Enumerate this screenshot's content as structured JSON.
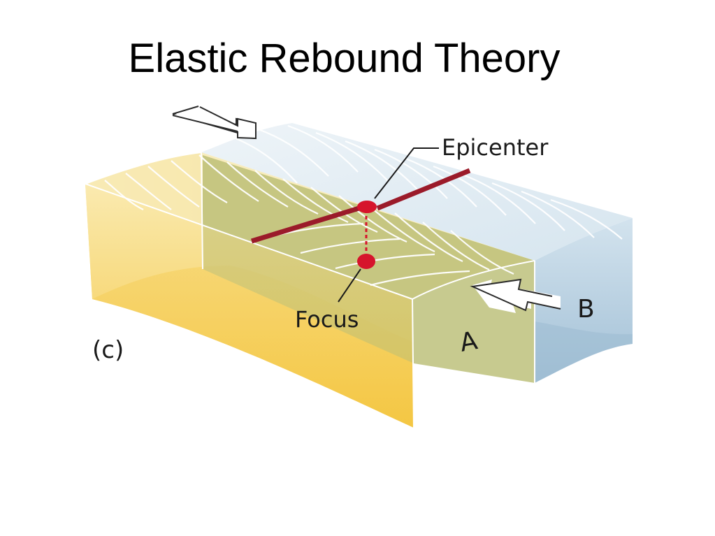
{
  "slide": {
    "title": "Elastic Rebound Theory"
  },
  "diagram": {
    "panel_label": "(c)",
    "labels": {
      "epicenter": "Epicenter",
      "focus": "Focus",
      "block_a": "A",
      "block_b": "B"
    },
    "colors": {
      "block_a_top": "#f6e7a6",
      "block_a_front": "#f4cf55",
      "block_a_front_light": "#f9e4a0",
      "block_b_top": "#e2edf3",
      "block_b_side": "#c5dbe8",
      "block_b_shadow": "#9cbbd2",
      "fault_plane": "#b9bd76",
      "fault_line": "#9b1b2a",
      "marker": "#d6142c",
      "arrow_fill": "#ffffff",
      "arrow_stroke": "#2a2a2a",
      "strata_lines": "#ffffff"
    }
  }
}
